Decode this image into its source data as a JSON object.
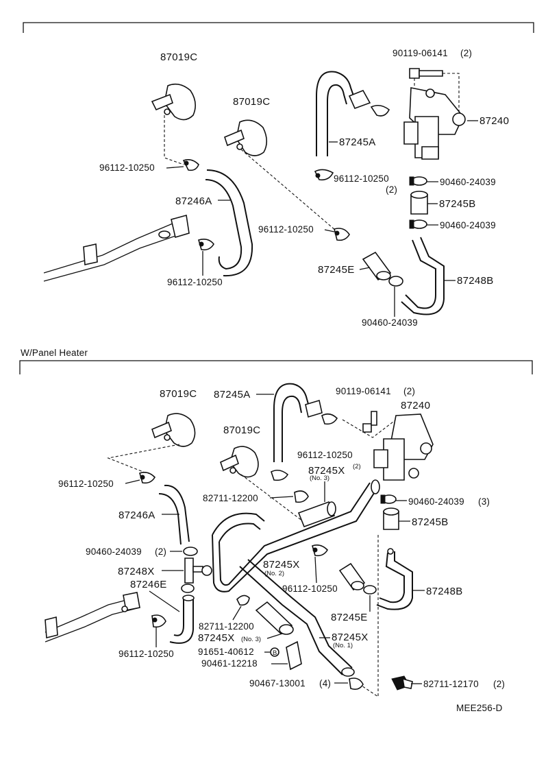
{
  "section_top": {
    "labels": {
      "l1": "87019C",
      "l2": "87019C",
      "l3": "90119-06141",
      "l3q": "(2)",
      "l4": "87240",
      "l5": "87245A",
      "l6": "96112-10250",
      "l7": "96112-10250",
      "l7q": "(2)",
      "l8": "90460-24039",
      "l9": "87246A",
      "l10": "87245B",
      "l11": "96112-10250",
      "l12": "90460-24039",
      "l13": "87245E",
      "l14": "87248B",
      "l15": "96112-10250",
      "l16": "90460-24039"
    }
  },
  "section_bottom": {
    "heading": "W/Panel Heater",
    "labels": {
      "b1": "87019C",
      "b2": "87245A",
      "b3": "90119-06141",
      "b3q": "(2)",
      "b4": "87240",
      "b5": "87019C",
      "b6": "96112-10250",
      "b7": "87245X",
      "b7q": "(2)",
      "b7s": "(No. 3)",
      "b8": "96112-10250",
      "b9": "82711-12200",
      "b10": "90460-24039",
      "b10q": "(3)",
      "b11": "87246A",
      "b12": "87245B",
      "b13": "90460-24039",
      "b13q": "(2)",
      "b14": "87245X",
      "b14s": "(No. 2)",
      "b15": "87248X",
      "b16": "96112-10250",
      "b17": "87246E",
      "b18": "87248B",
      "b19": "82711-12200",
      "b20": "87245E",
      "b21": "87245X",
      "b21s": "(No. 3)",
      "b22": "87245X",
      "b22s": "(No. 1)",
      "b23": "91651-40612",
      "b24": "96112-10250",
      "b25": "90461-12218",
      "b26": "90467-13001",
      "b26q": "(4)",
      "b27": "82711-12170",
      "b27q": "(2)"
    }
  },
  "figure_code": "MEE256-D"
}
